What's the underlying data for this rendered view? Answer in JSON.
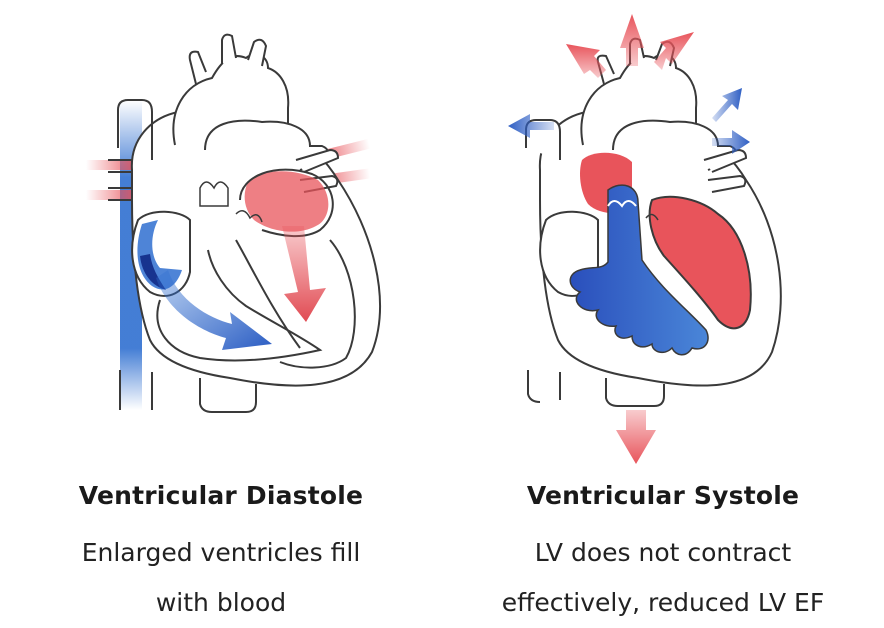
{
  "colors": {
    "oxygenated_red": "#e8545b",
    "deoxygenated_blue": "#2f5fc4",
    "outline": "#3a3a3a",
    "background": "#ffffff"
  },
  "panels": [
    {
      "title": "Ventricular Diastole",
      "description_lines": [
        "Enlarged ventricles fill",
        "with blood"
      ]
    },
    {
      "title": "Ventricular Systole",
      "description_lines": [
        "LV does not contract",
        "effectively, reduced LV EF"
      ]
    }
  ]
}
